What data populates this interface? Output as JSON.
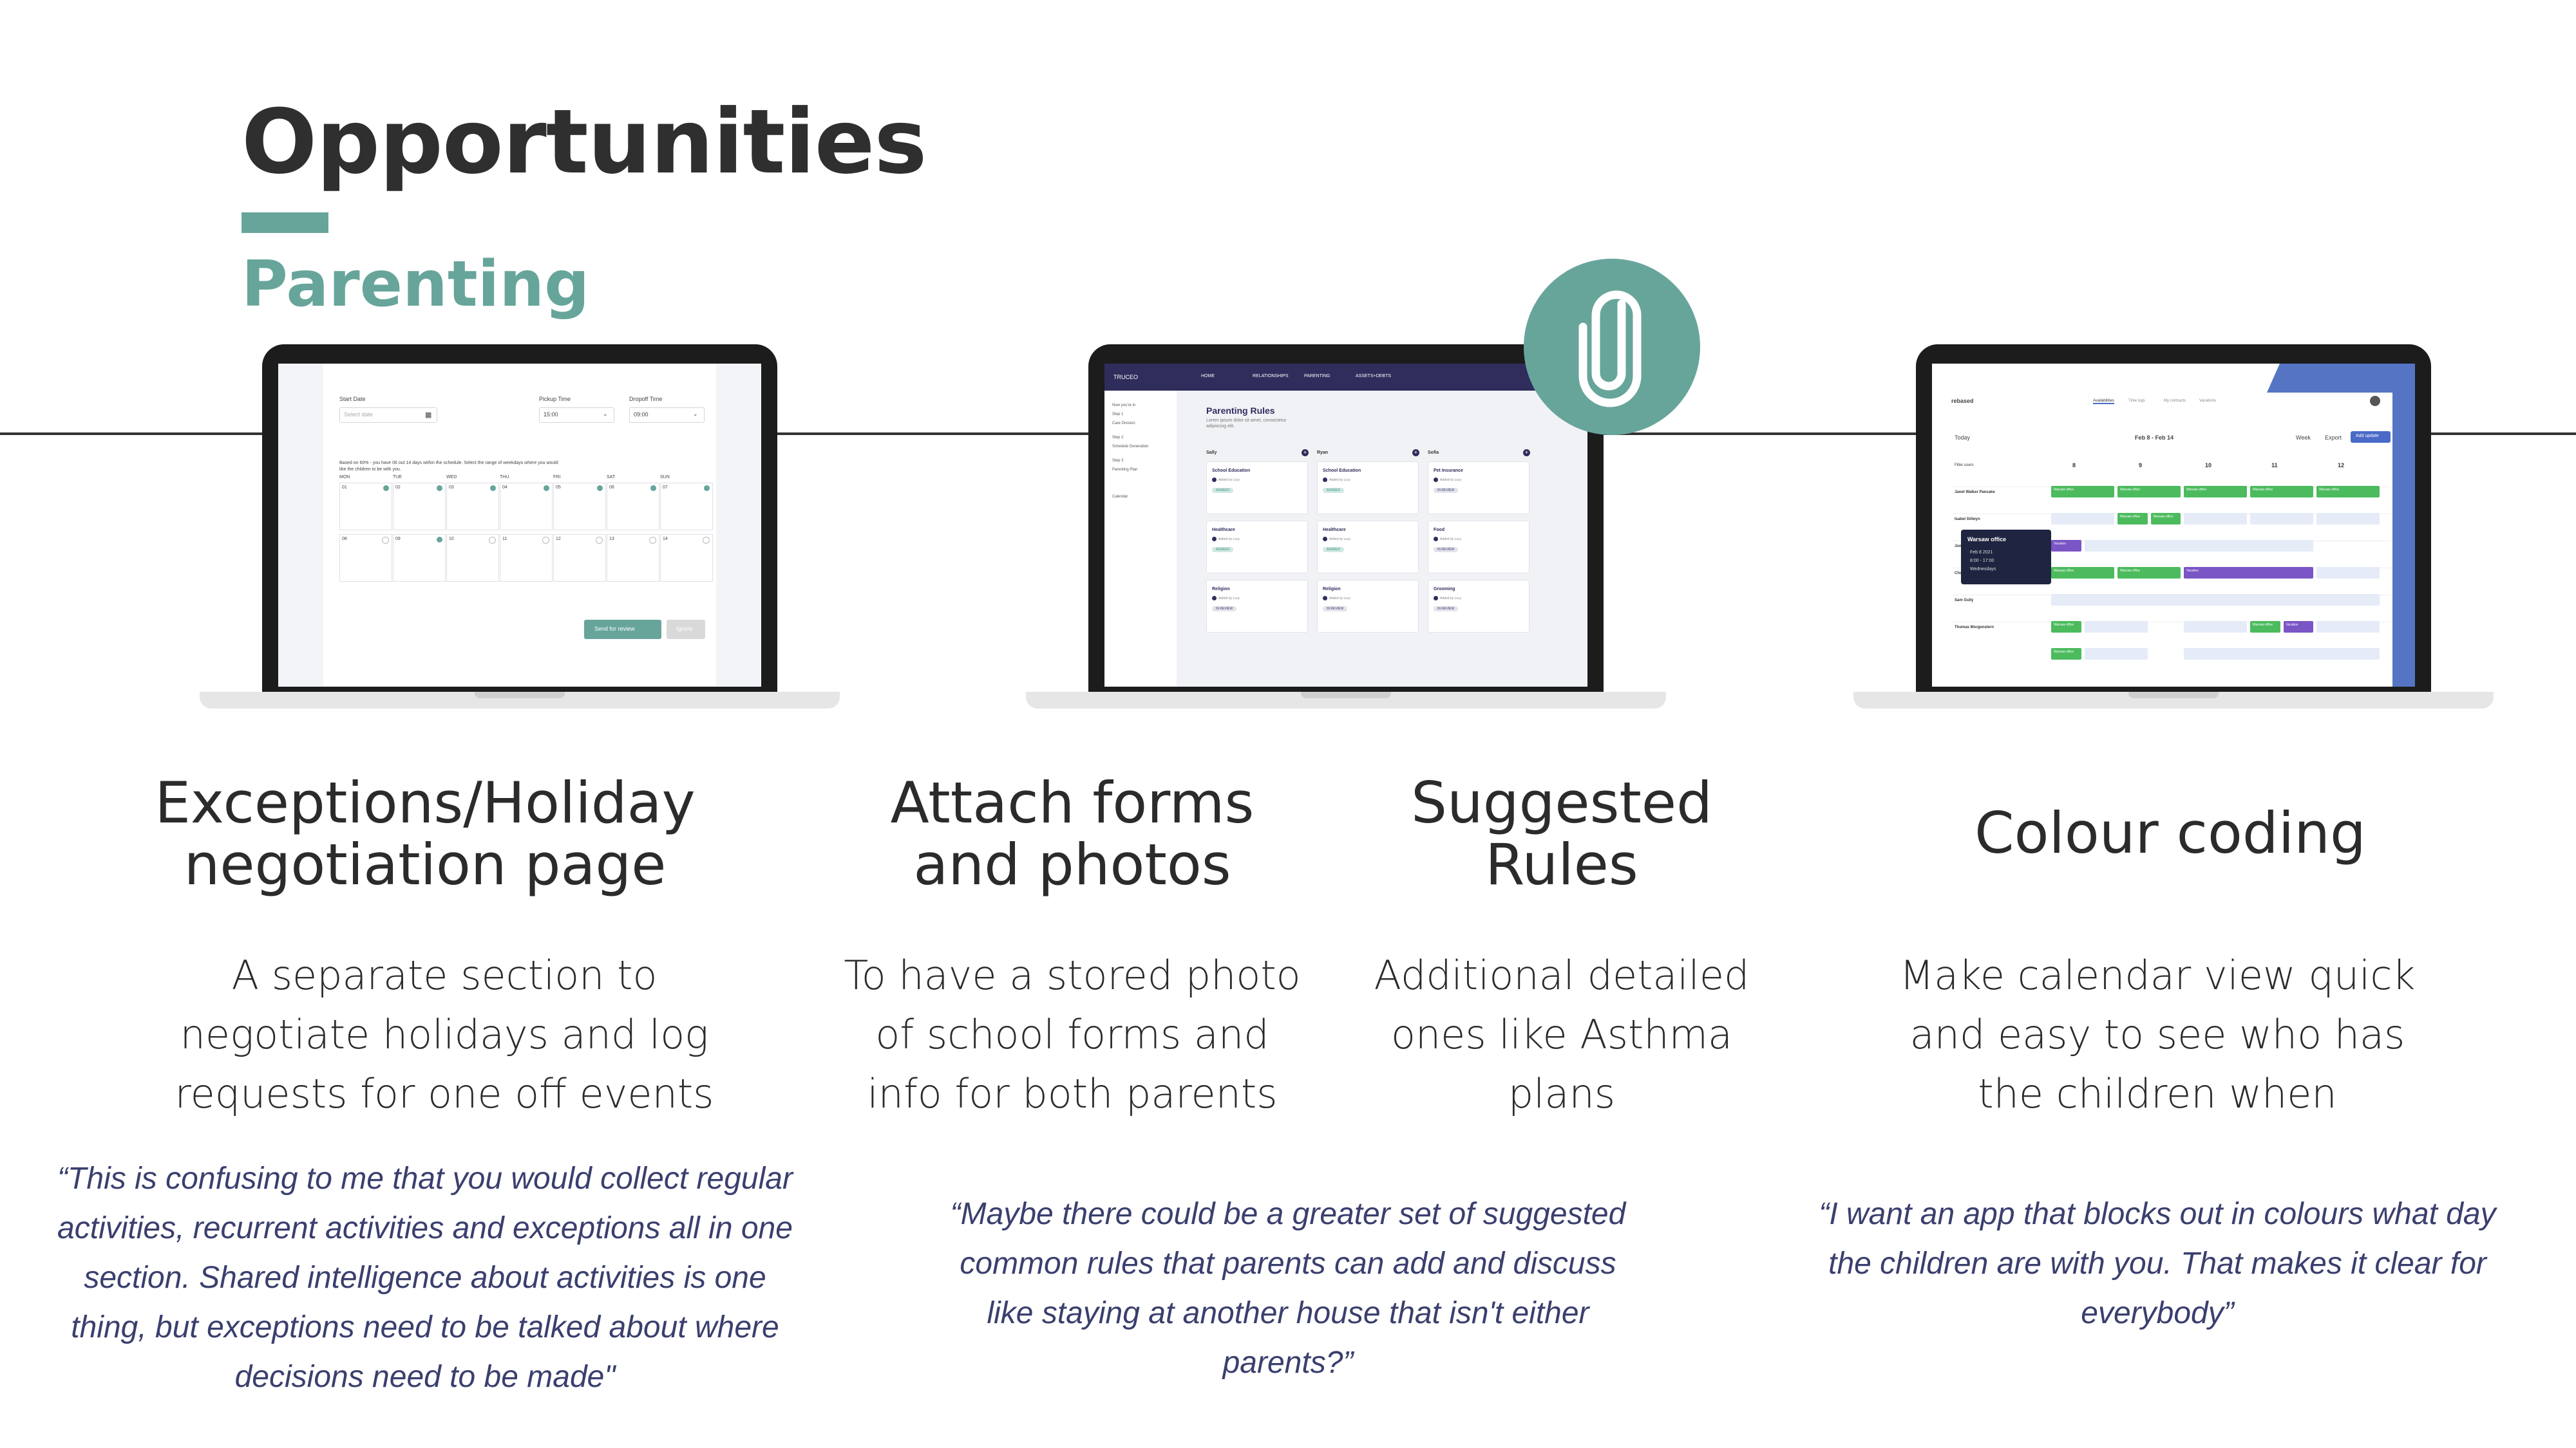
{
  "title": "Opportunities",
  "subtitle": "Parenting",
  "columns": [
    {
      "heading_lines": [
        "Exceptions/Holiday",
        "negotiation page"
      ],
      "body_lines": [
        "A separate section to",
        "negotiate holidays and log",
        "requests for one off events"
      ],
      "quote_lines": [
        "“This is confusing to me that you would collect regular",
        "activities, recurrent activities and exceptions all in one",
        "section. Shared intelligence about activities is one",
        "thing, but exceptions need to be talked about where",
        "decisions need to be made\""
      ]
    },
    {
      "heading_lines": [
        "Attach forms",
        "and photos"
      ],
      "body_lines": [
        "To have a stored photo",
        "of school forms and",
        "info for both parents"
      ]
    },
    {
      "heading_lines": [
        "Suggested",
        "Rules"
      ],
      "body_lines": [
        "Additional detailed",
        "ones like Asthma",
        "plans"
      ]
    },
    {
      "heading_lines": [
        "Colour coding"
      ],
      "body_lines": [
        "Make calendar view quick",
        "and easy to see who has",
        "the children when"
      ],
      "quote_lines": [
        "“I want an app that blocks out in colours what day",
        "the children are with you. That makes it clear for",
        "everybody”"
      ]
    }
  ],
  "middle_quote_lines": [
    "“Maybe there could be a greater set of suggested",
    "common rules that parents can add and discuss",
    "like staying at another house that isn't either",
    "parents?”"
  ],
  "icons": {
    "attachment": "paperclip-icon"
  },
  "colors": {
    "accent": "#67a59b",
    "quote": "#3a3f6e",
    "text": "#2b2b2b"
  },
  "laptop1": {
    "start_date_label": "Start Date",
    "start_date_placeholder": "Select date",
    "pickup_label": "Pickup Time",
    "pickup_value": "15:00",
    "dropoff_label": "Dropoff Time",
    "dropoff_value": "09:00",
    "note": "Based on 60% - you have 06 out 14 days within the schedule. Select the range of weekdays where you would like the children to be with you.",
    "days": [
      "MON",
      "TUE",
      "WED",
      "THU",
      "FRI",
      "SAT",
      "SUN"
    ],
    "row1": [
      "01",
      "02",
      "03",
      "04",
      "05",
      "06",
      "07"
    ],
    "row2": [
      "08",
      "09",
      "10",
      "11",
      "12",
      "13",
      "14"
    ],
    "send_label": "Send for review",
    "ignore_label": "Ignore"
  },
  "laptop2": {
    "brand": "TRUCEO",
    "nav": [
      "HOME",
      "RELATIONSHIPS",
      "PARENTING",
      "ASSETS+DEBTS"
    ],
    "side": [
      "Now you're in",
      "Step 1",
      "Care Division",
      "Step 2",
      "Schedule Generation",
      "Step 3",
      "Parenting Plan",
      "Calendar"
    ],
    "page_title": "Parenting Rules",
    "page_sub": "Lorem ipsum dolor sit amet, consectetur adipiscing elit.",
    "children": [
      "Sally",
      "Ryan",
      "Sofia"
    ],
    "cards": [
      {
        "title": "School Education",
        "meta": "Added by Lucy",
        "status": "AGREED"
      },
      {
        "title": "School Education",
        "meta": "Added by Lucy",
        "status": "AGREED"
      },
      {
        "title": "Pet Insurance",
        "meta": "Added by Lucy",
        "status": "IN REVIEW"
      },
      {
        "title": "Healthcare",
        "meta": "Added by Lucy",
        "status": "AGREED"
      },
      {
        "title": "Healthcare",
        "meta": "Added by Lucy",
        "status": "AGREED"
      },
      {
        "title": "Food",
        "meta": "Added by Lucy",
        "status": "IN REVIEW"
      },
      {
        "title": "Religion",
        "meta": "Added by Lucy",
        "status": "IN REVIEW"
      },
      {
        "title": "Religion",
        "meta": "Added by Lucy",
        "status": "IN REVIEW"
      },
      {
        "title": "Grooming",
        "meta": "Added by Lucy",
        "status": "IN REVIEW"
      }
    ]
  },
  "laptop3": {
    "brand": "rebased",
    "tabs": [
      "Availabilities",
      "Time logs",
      "My contracts",
      "Vacations"
    ],
    "today_label": "Today",
    "range_label": "Feb 8 - Feb 14",
    "week_label": "Week",
    "export_label": "Export",
    "add_label": "Add update",
    "day_numbers": [
      "8",
      "9",
      "10",
      "11",
      "12"
    ],
    "people": [
      "Filter users",
      "Janet Walker Pancake",
      "Isabel Stilwyn",
      "Jon Doe",
      "Chad Brooks",
      "Sam Gully",
      "Thomas Morgenstern"
    ],
    "popup_title": "Warsaw office",
    "popup_lines": [
      "Feb 8 2021",
      "8:00 - 17:00",
      "Wednesdays"
    ],
    "bar_labels": {
      "green": "Warsaw office",
      "purple": "Vacation"
    }
  }
}
